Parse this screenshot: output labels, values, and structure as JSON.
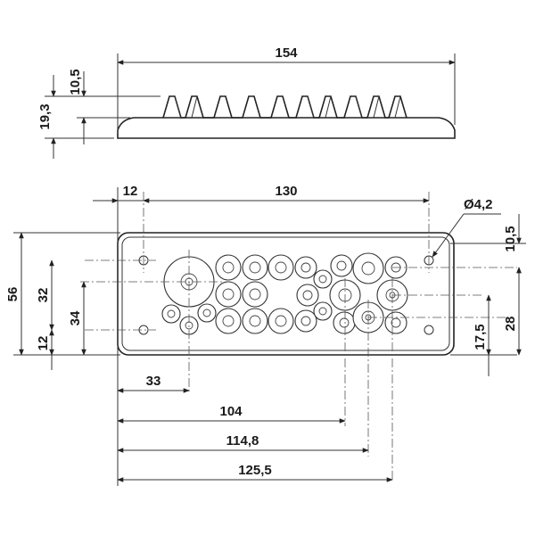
{
  "drawing": {
    "views": [
      "side-view",
      "top-view"
    ],
    "dimensions": {
      "overall_length": "154",
      "side_top_thickness": "10,5",
      "side_total_height": "19,3",
      "top_left_offset": "12",
      "hole_spacing": "130",
      "mount_hole_dia": "Ø4,2",
      "right_top_offset": "10,5",
      "overall_height": "56",
      "left_inner_height": "32",
      "left_center_height": "34",
      "bottom_left_offset": "12",
      "right_lower_offset": "17,5",
      "right_height": "28",
      "large_grommet_x": "33",
      "grommet_x_104": "104",
      "grommet_x_114": "114,8",
      "grommet_x_125": "125,5"
    }
  }
}
